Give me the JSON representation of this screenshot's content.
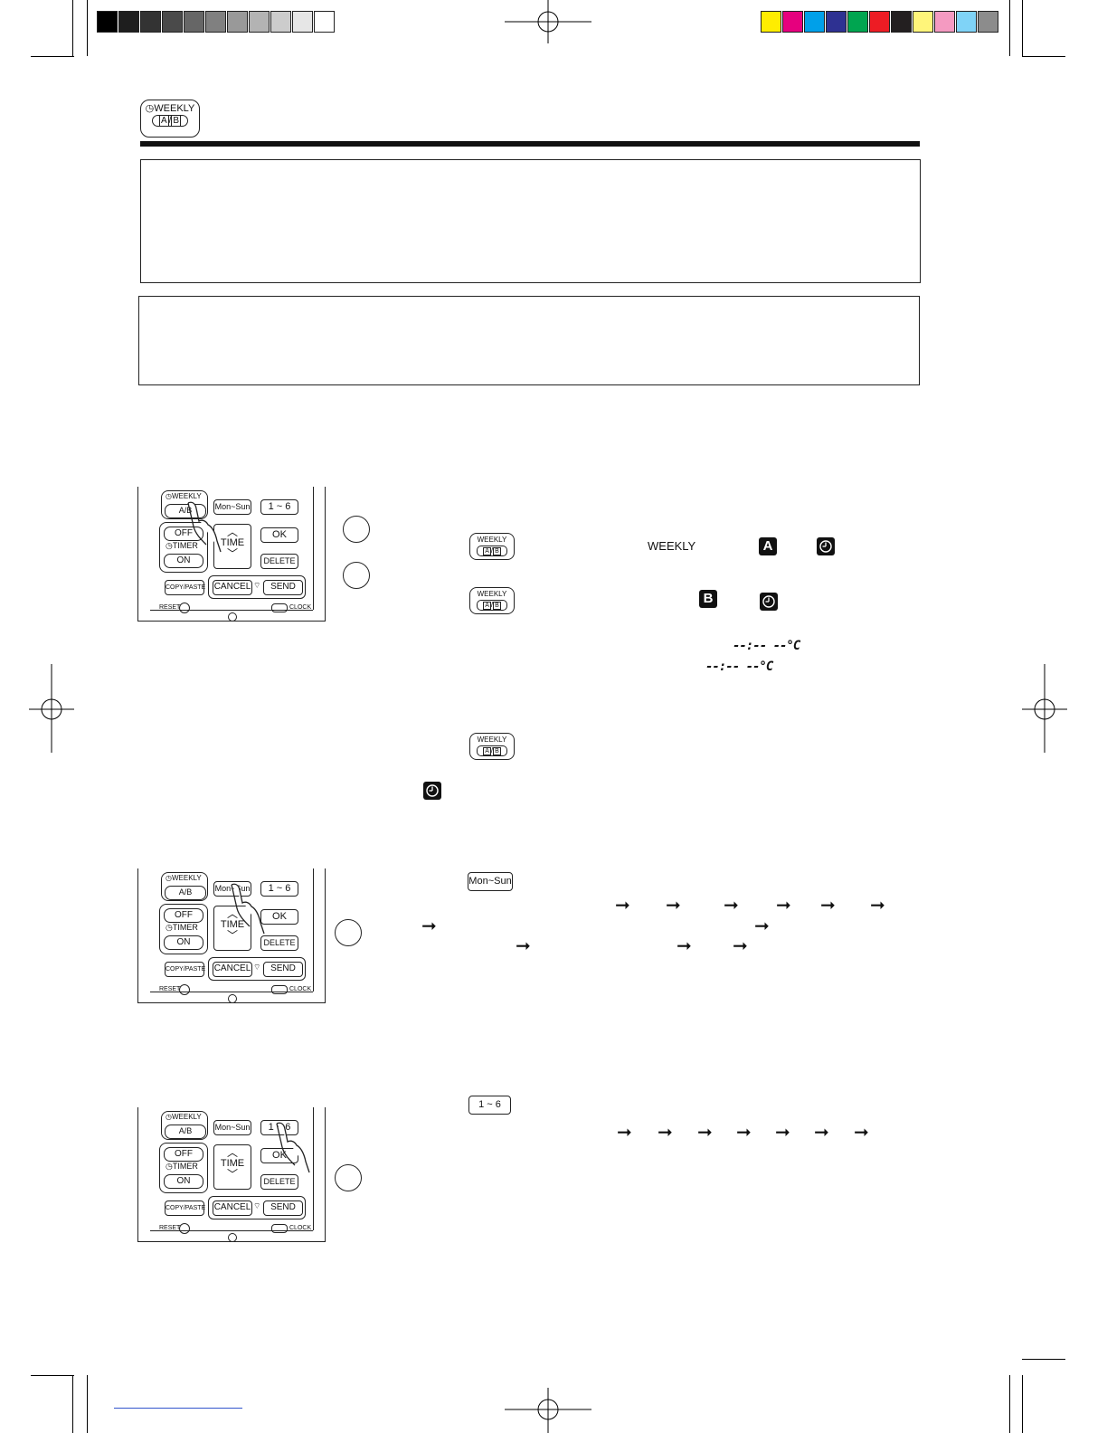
{
  "header": {
    "weekly_button": {
      "label": "WEEKLY",
      "a": "A",
      "b": "B"
    }
  },
  "color_bars": {
    "gray": [
      "#000000",
      "#1e1e1e",
      "#333333",
      "#4a4a4a",
      "#666666",
      "#808080",
      "#999999",
      "#b3b3b3",
      "#cccccc",
      "#e6e6e6",
      "#ffffff"
    ],
    "color": [
      "#ffed00",
      "#e6007e",
      "#00a0e9",
      "#2e3192",
      "#00a550",
      "#ed1c24",
      "#231f20",
      "#fff57a",
      "#f49ac1",
      "#7fd3f7",
      "#8c8c8c"
    ]
  },
  "remote": {
    "weekly": "WEEKLY",
    "ab": "A/B",
    "mon_sun": "Mon~Sun",
    "one_six": "1 ~ 6",
    "off": "OFF",
    "timer": "TIMER",
    "on": "ON",
    "time": "TIME",
    "ok": "OK",
    "delete": "DELETE",
    "copy_paste": "COPY/PASTE",
    "cancel": "CANCEL",
    "send": "SEND",
    "reset": "RESET",
    "clock": "CLOCK"
  },
  "step1": {
    "weekly_text": "WEEKLY",
    "letter_a": "A",
    "letter_b": "B",
    "display_a": "--:--  --°C",
    "display_b": "--:--  --°C"
  },
  "step2": {
    "key_label": "Mon~Sun"
  },
  "step3": {
    "key_label": "1 ~ 6"
  },
  "glyphs": {
    "arrow": "➞"
  }
}
